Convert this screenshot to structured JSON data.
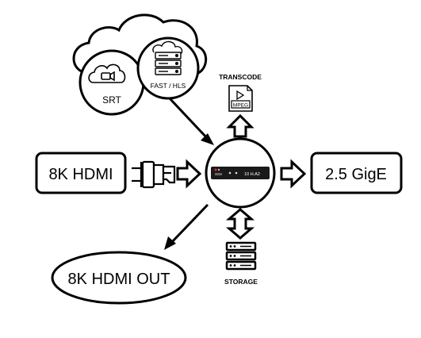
{
  "cloud": {
    "srt_label": "SRT",
    "fast_hls_label": "FAST / HLS"
  },
  "transcode": {
    "label": "TRANSCODE",
    "icon_text": "MPEG"
  },
  "storage": {
    "label": "STORAGE"
  },
  "inputs": {
    "hdmi_in_label": "8K HDMI"
  },
  "outputs": {
    "gige_label": "2.5 GigE",
    "hdmi_out_label": "8K HDMI OUT"
  },
  "device": {
    "front_text": "10  H.A2"
  },
  "colors": {
    "stroke": "#000000",
    "device_body": "#1a1a1a",
    "led_red": "#d62020",
    "background": "#ffffff"
  }
}
